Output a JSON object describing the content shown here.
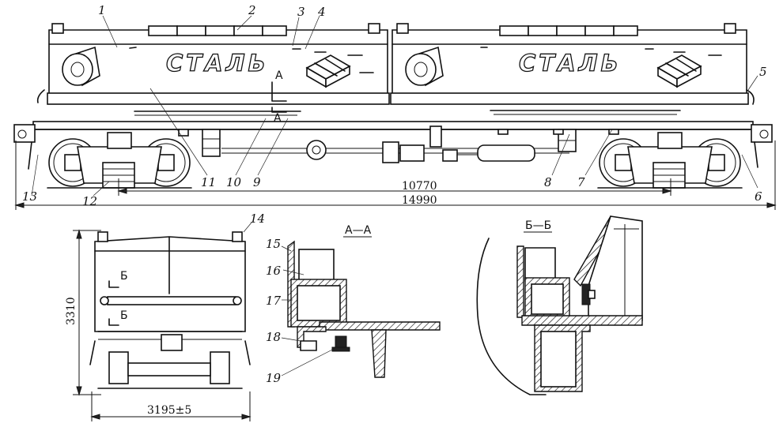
{
  "car_marking": "СТАЛЬ",
  "callouts": {
    "c1": "1",
    "c2": "2",
    "c3": "3",
    "c4": "4",
    "c5": "5",
    "c6": "6",
    "c7": "7",
    "c8": "8",
    "c9": "9",
    "c10": "10",
    "c11": "11",
    "c12": "12",
    "c13": "13",
    "c14": "14",
    "c15": "15",
    "c16": "16",
    "c17": "17",
    "c18": "18",
    "c19": "19"
  },
  "dimensions": {
    "base_length": "10770",
    "overall_length": "14990",
    "height": "3310",
    "width": "3195±5"
  },
  "sections": {
    "a_title": "А—А",
    "b_title": "Б—Б",
    "a_mark": "А",
    "b_mark": "Б"
  }
}
